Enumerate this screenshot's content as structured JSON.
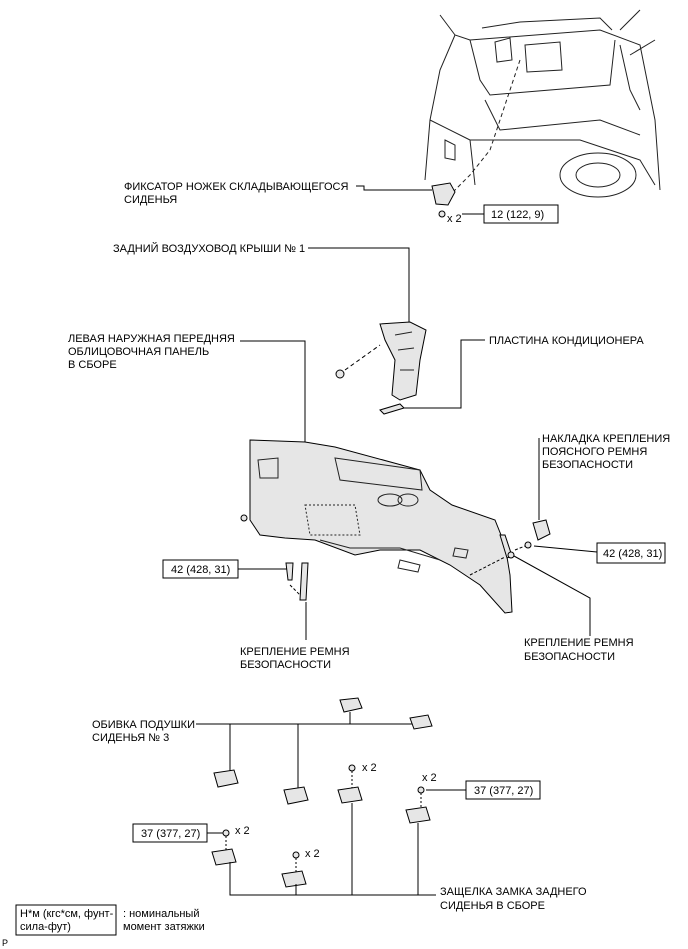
{
  "callouts": {
    "folding_seat_leg_retainer": [
      "ФИКСАТОР НОЖЕК СКЛАДЫВАЮЩЕГОСЯ",
      "СИДЕНЬЯ"
    ],
    "roof_air_duct": "ЗАДНИЙ ВОЗДУХОВОД КРЫШИ № 1",
    "front_trim_panel": [
      "ЛЕВАЯ НАРУЖНАЯ ПЕРЕДНЯЯ",
      "ОБЛИЦОВОЧНАЯ ПАНЕЛЬ",
      "В СБОРЕ"
    ],
    "ac_plate": "ПЛАСТИНА КОНДИЦИОНЕРА",
    "belt_anchor_cover": [
      "НАКЛАДКА КРЕПЛЕНИЯ",
      "ПОЯСНОГО РЕМНЯ",
      "БЕЗОПАСНОСТИ"
    ],
    "seat_belt_anchor_left": [
      "КРЕПЛЕНИЕ РЕМНЯ",
      "БЕЗОПАСНОСТИ"
    ],
    "seat_belt_anchor_right": [
      "КРЕПЛЕНИЕ РЕМНЯ",
      "БЕЗОПАСНОСТИ"
    ],
    "seat_cushion_trim": [
      "ОБИВКА ПОДУШКИ",
      "СИДЕНЬЯ № 3"
    ],
    "rear_seat_lock_latch": [
      "ЗАЩЕЛКА ЗАМКА ЗАДНЕГО",
      "СИДЕНЬЯ В СБОРЕ"
    ]
  },
  "torque": {
    "t1": "12 (122, 9)",
    "t2": "42 (428, 31)",
    "t3": "42 (428, 31)",
    "t4": "37 (377, 27)",
    "t5": "37 (377, 27)"
  },
  "qty": {
    "q1": "x 2",
    "q2": "x 2",
    "q3": "x 2",
    "q4": "x 2",
    "q5": "x 2"
  },
  "legend": {
    "unit": [
      "Н*м (кгс*см, фунт-",
      "сила-фут)"
    ],
    "meaning": [
      ": номинальный",
      "момент затяжки"
    ]
  },
  "corner_mark": "P"
}
